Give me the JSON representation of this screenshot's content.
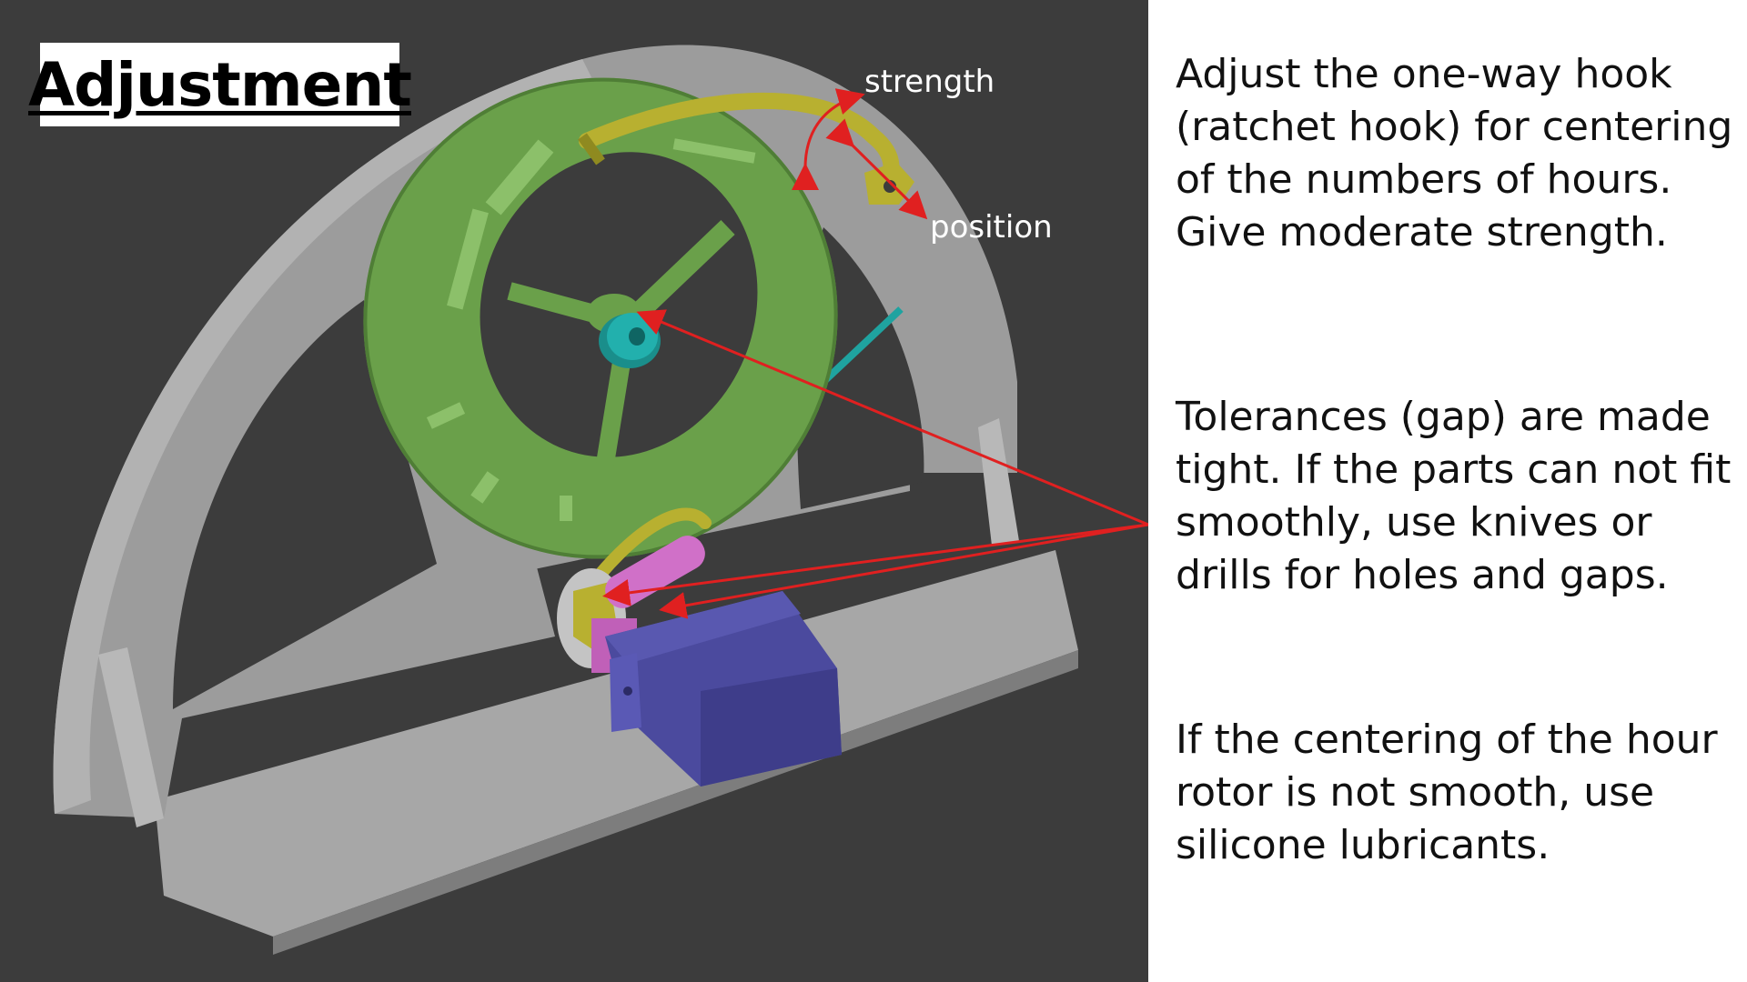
{
  "title": "Adjustment",
  "callouts": {
    "strength": "strength",
    "position": "position"
  },
  "paragraphs": [
    "Adjust the one-way hook (ratchet hook) for centering of the numbers of hours. Give moderate strength.",
    "Tolerances (gap) are made tight. If the parts can not fit smoothly, use knives or drills for holes and gaps.",
    "If the centering of the hour rotor is not smooth, use silicone lubricants."
  ],
  "colors": {
    "background": "#3c3c3c",
    "frame": "#9a9a9a",
    "rotor": "#6aa04a",
    "hook": "#b8b030",
    "axle": "#1fa3a0",
    "servo": "#4b4a9e",
    "arm": "#d070c8",
    "annotation": "#e02020"
  }
}
